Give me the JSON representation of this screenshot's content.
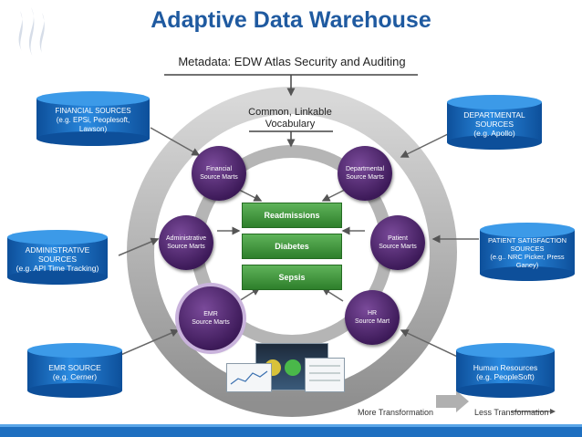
{
  "title": "Adaptive Data Warehouse",
  "metadata": "Metadata: EDW Atlas Security and Auditing",
  "vocabulary": {
    "line1": "Common, Linkable",
    "line2": "Vocabulary"
  },
  "sources": {
    "financial": {
      "line1": "FINANCIAL SOURCES",
      "line2": "(e.g. EPSi, Peoplesoft,",
      "line3": "Lawson)"
    },
    "administrative": {
      "line1": "ADMINISTRATIVE",
      "line2": "SOURCES",
      "line3": "(e.g. API Time Tracking)"
    },
    "emr": {
      "line1": "EMR SOURCE",
      "line2": "(e.g. Cerner)"
    },
    "departmental": {
      "line1": "DEPARTMENTAL",
      "line2": "SOURCES",
      "line3": "(e.g. Apollo)"
    },
    "patient": {
      "line1": "PATIENT SATISFACTION",
      "line2": "SOURCES",
      "line3": "(e.g.. NRC Picker, Press",
      "line4": "Ganey)"
    },
    "hr": {
      "line1": "Human Resources",
      "line2": "(e.g. PeopleSoft)"
    }
  },
  "marts": {
    "financial": {
      "line1": "Financial",
      "line2": "Source Marts"
    },
    "departmental": {
      "line1": "Departmental",
      "line2": "Source Marts"
    },
    "administrative": {
      "line1": "Administrative",
      "line2": "Source Marts"
    },
    "patient": {
      "line1": "Patient",
      "line2": "Source Marts"
    },
    "emr": {
      "line1": "EMR",
      "line2": "Source Marts"
    },
    "hr": {
      "line1": "HR",
      "line2": "Source Mart"
    }
  },
  "subject_areas": [
    "Readmissions",
    "Diabetes",
    "Sepsis"
  ],
  "footer": {
    "more": "More Transformation",
    "less": "Less  Transformation"
  },
  "colors": {
    "title": "#1f5aa0",
    "source": "#1e78c8",
    "mart": "#3e1b5a",
    "subject": "#3a8f36",
    "ring": "#a6a6a6"
  }
}
